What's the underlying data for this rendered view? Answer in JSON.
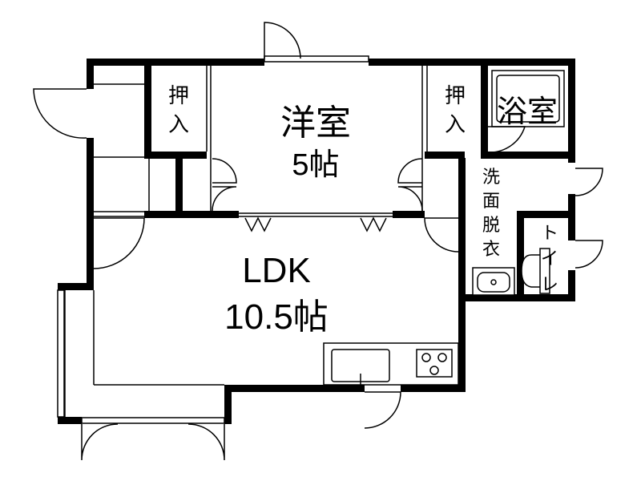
{
  "rooms": {
    "western": {
      "name": "洋室",
      "size": "5帖"
    },
    "ldk": {
      "name": "LDK",
      "size": "10.5帖"
    },
    "bath": {
      "name": "浴室"
    },
    "closet_left": {
      "top": "押",
      "bottom": "入"
    },
    "closet_right": {
      "top": "押",
      "bottom": "入"
    },
    "washroom": {
      "chars": [
        "洗",
        "面",
        "脱",
        "衣"
      ]
    },
    "toilet": {
      "chars": [
        "ト",
        "イ",
        "レ"
      ]
    }
  },
  "colors": {
    "wall": "#000000",
    "background": "#ffffff"
  }
}
